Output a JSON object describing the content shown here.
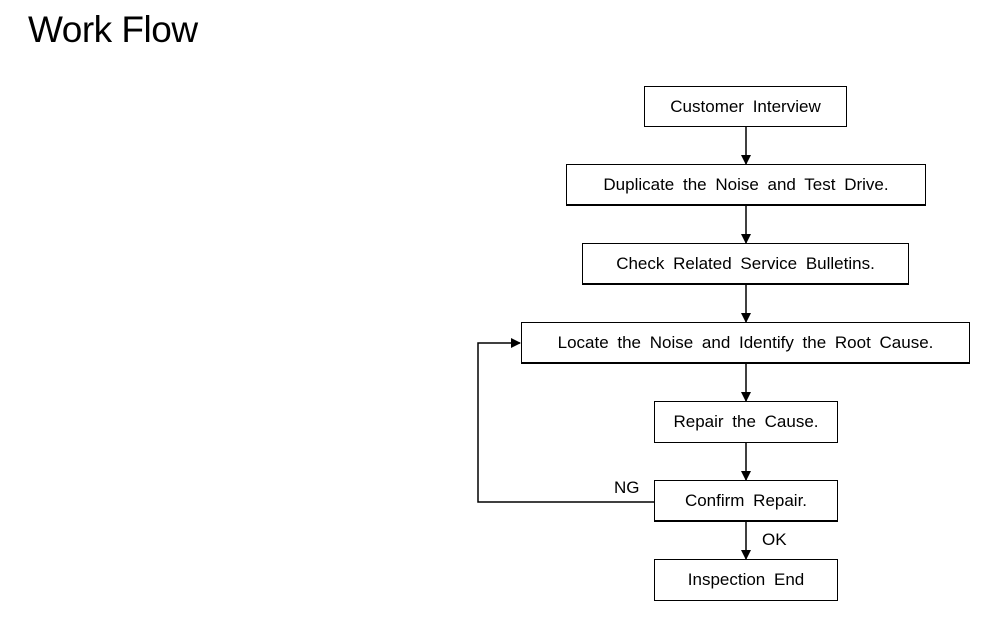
{
  "title": "Work Flow",
  "steps": [
    {
      "id": "customer-interview",
      "label": "Customer Interview"
    },
    {
      "id": "duplicate-noise",
      "label": "Duplicate the Noise and Test Drive."
    },
    {
      "id": "check-bulletins",
      "label": "Check Related Service Bulletins."
    },
    {
      "id": "locate-noise",
      "label": "Locate the Noise and Identify the Root Cause."
    },
    {
      "id": "repair-cause",
      "label": "Repair the Cause."
    },
    {
      "id": "confirm-repair",
      "label": "Confirm Repair."
    },
    {
      "id": "inspection-end",
      "label": "Inspection End"
    }
  ],
  "edges": [
    {
      "from": "customer-interview",
      "to": "duplicate-noise",
      "label": ""
    },
    {
      "from": "duplicate-noise",
      "to": "check-bulletins",
      "label": ""
    },
    {
      "from": "check-bulletins",
      "to": "locate-noise",
      "label": ""
    },
    {
      "from": "locate-noise",
      "to": "repair-cause",
      "label": ""
    },
    {
      "from": "repair-cause",
      "to": "confirm-repair",
      "label": ""
    },
    {
      "from": "confirm-repair",
      "to": "inspection-end",
      "label": "OK"
    },
    {
      "from": "confirm-repair",
      "to": "locate-noise",
      "label": "NG"
    }
  ],
  "labels": {
    "ok": "OK",
    "ng": "NG"
  }
}
